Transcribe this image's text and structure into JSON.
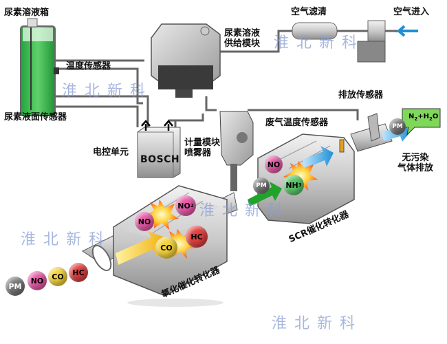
{
  "labels": {
    "urea_tank": "尿素溶液箱",
    "temp_sensor": "温度传感器",
    "level_sensor": "尿素液面传感器",
    "supply_module": "尿素溶液\n供给模块",
    "air_filter": "空气滤清",
    "air_in": "空气进入",
    "exhaust_sensor": "排放传感器",
    "exhaust_temp_sensor": "废气温度传感器",
    "ecu": "电控单元",
    "metering": "计量模块\n喷雾器",
    "no_pollution": "无污染\n气体排放",
    "oxidation_cat": "氧化催化转化器",
    "scr_cat": "SCR催化转化器",
    "bosch": "BOSCH"
  },
  "product": {
    "n2": "N",
    "sub2a": "2",
    "plus": "+H",
    "sub2b": "2",
    "o": "O"
  },
  "molecules": {
    "pm": "PM",
    "no": "NO",
    "co": "CO",
    "hc": "HC",
    "no2": "NO",
    "nh3": "NH",
    "sub2": "2",
    "sub3": "3"
  },
  "watermark": "淮北新科",
  "colors": {
    "urea_green": "#2db34a",
    "arrow_blue": "#1e8fd6",
    "arrow_yellow": "#f0c020",
    "arrow_green": "#1fa32b",
    "mol_pink": "#e85aa8",
    "mol_yellow": "#f3d23a",
    "mol_red": "#e04040",
    "mol_gray": "#777777",
    "mol_green": "#5bc86a"
  }
}
